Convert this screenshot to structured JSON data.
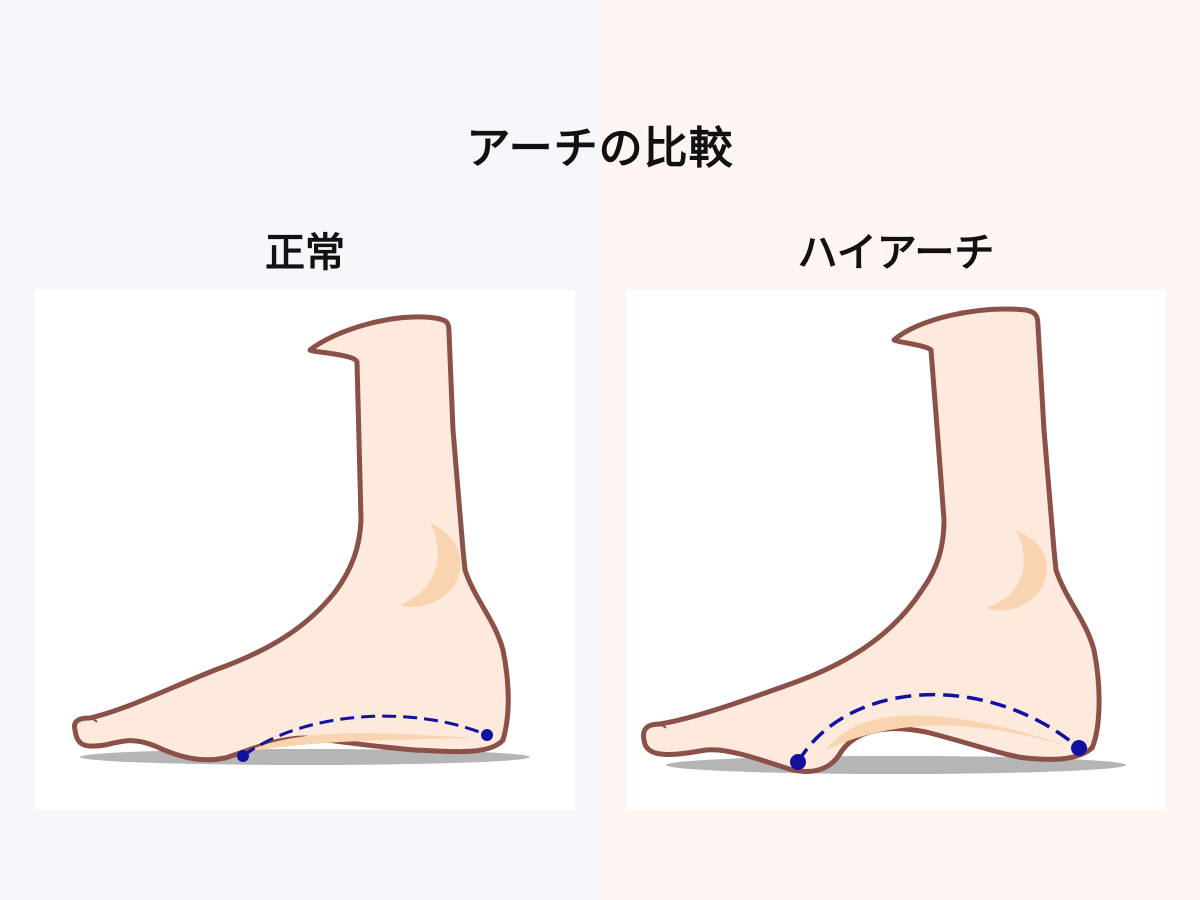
{
  "title": "アーチの比較",
  "colors": {
    "left_background": "#f5f7fb",
    "right_background": "#fff5f3",
    "panel_background": "#ffffff",
    "skin": "#fdeadc",
    "skin_shade": "#f9d4b0",
    "outline": "#8b5149",
    "arch_line": "#12109e",
    "shadow": "#b5b5b5"
  },
  "panels": [
    {
      "label": "正常",
      "description": "normal arch foot illustration",
      "arch": "low curve dashed line between two points"
    },
    {
      "label": "ハイアーチ",
      "description": "high arch foot illustration",
      "arch": "high curve dashed line between two points"
    }
  ]
}
